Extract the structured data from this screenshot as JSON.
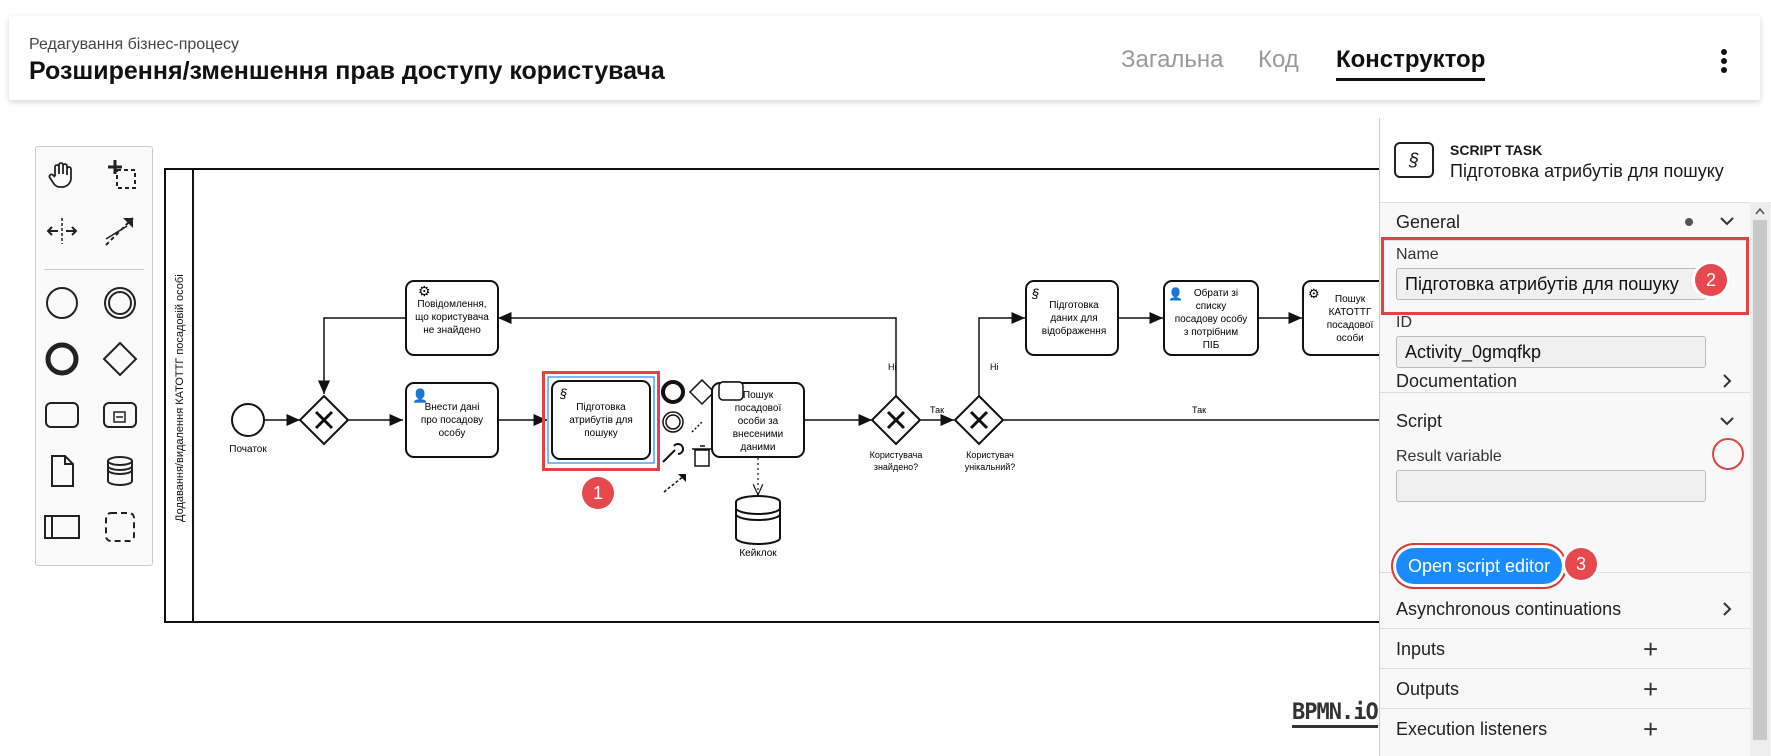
{
  "header": {
    "subtitle": "Редагування бізнес-процесу",
    "title": "Розширення/зменшення прав доступу користувача",
    "tabs": [
      "Загальна",
      "Код",
      "Конструктор"
    ],
    "active_tab": "Конструктор"
  },
  "palette": {
    "tools": [
      "hand-tool-icon",
      "lasso-tool-icon",
      "space-tool-icon",
      "global-connect-icon",
      "start-event-icon",
      "intermediate-event-icon",
      "end-event-icon",
      "gateway-icon",
      "task-icon",
      "subprocess-icon",
      "data-object-icon",
      "data-store-icon",
      "pool-icon",
      "group-icon"
    ]
  },
  "diagram": {
    "lane_label": "Додавання/видалення КАТОТТГ посадовій особі",
    "start_label": "Початок",
    "tasks": {
      "notify": "Повідомлення, що користувача не знайдено",
      "enter": "Внести дані про посадову особу",
      "prepare": "Підготовка атрибутів для пошуку",
      "search": "Пошук посадової особи за внесеними даними",
      "prep_display": "Підготовка даних для відображення",
      "choose": "Обрати зі списку посадову особу з потрібним ПІБ",
      "search_katottg": "Пошук КАТОТТГ посадової особи"
    },
    "gateways": {
      "found": "Користувача знайдено?",
      "unique": "Користувач унікальний?"
    },
    "flow_labels": {
      "no1": "Ні",
      "yes1": "Так",
      "no2": "Ні",
      "yes2": "Так"
    },
    "datastore": "Кейклок",
    "watermark": "BPMN.iO"
  },
  "properties": {
    "element_type": "SCRIPT TASK",
    "element_name": "Підготовка атрибутів для пошуку",
    "sections": {
      "general": "General",
      "name_label": "Name",
      "name_value": "Підготовка атрибутів для пошуку",
      "id_label": "ID",
      "id_value": "Activity_0gmqfkp",
      "documentation": "Documentation",
      "script": "Script",
      "result_variable": "Result variable",
      "result_value": "",
      "open_editor": "Open script editor",
      "async": "Asynchronous continuations",
      "inputs": "Inputs",
      "outputs": "Outputs",
      "exec_listeners": "Execution listeners"
    }
  },
  "callouts": [
    "1",
    "2",
    "3"
  ],
  "colors": {
    "accent": "#1a8cff",
    "callout": "#e5484d",
    "selection": "#4da3ff"
  }
}
